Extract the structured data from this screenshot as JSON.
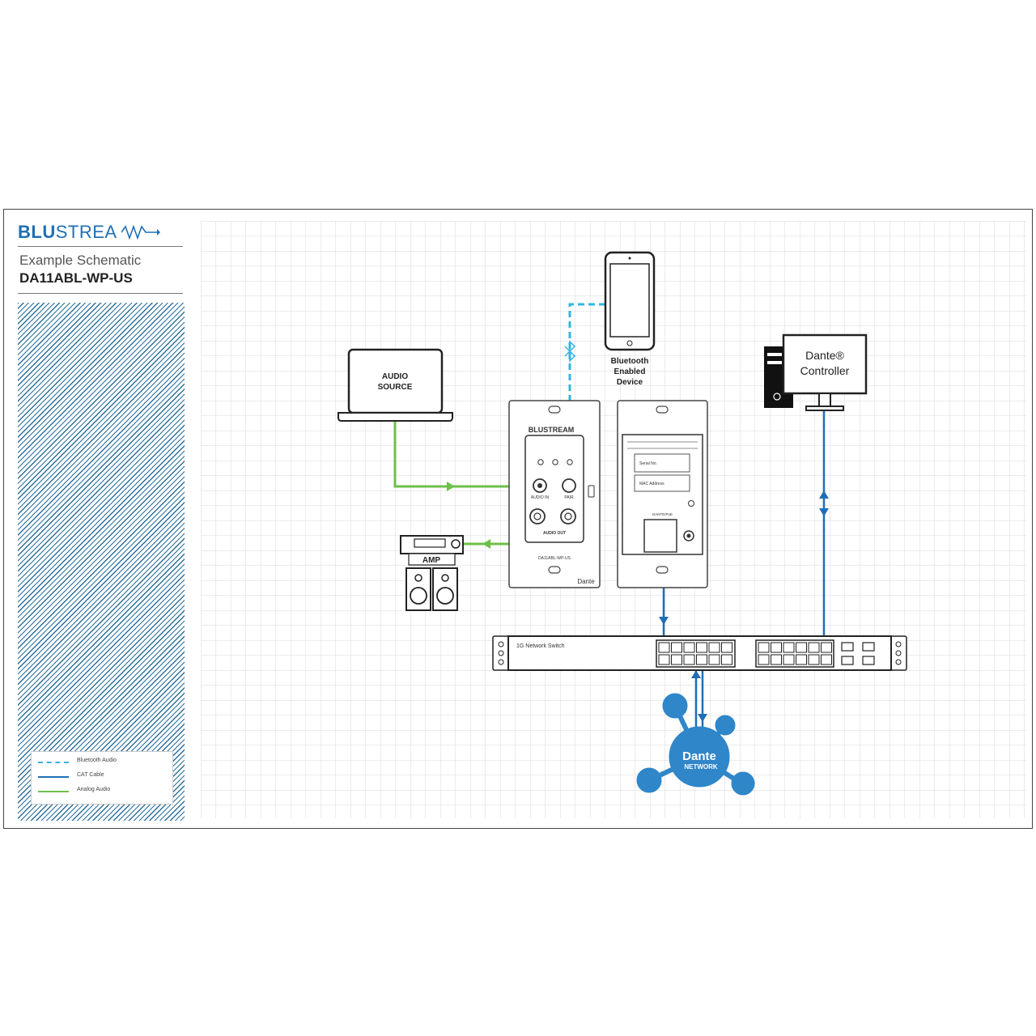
{
  "brand": {
    "logo_bold": "BLU",
    "logo_rest": "STREA",
    "subtitle": "Example Schematic",
    "model": "DA11ABL-WP-US"
  },
  "legend": [
    {
      "label": "Bluetooth Audio",
      "color": "#35b5e0",
      "style": "dashed"
    },
    {
      "label": "CAT Cable",
      "color": "#1f6fb5",
      "style": "solid"
    },
    {
      "label": "Analog Audio",
      "color": "#6cc04a",
      "style": "solid"
    }
  ],
  "colors": {
    "bluetooth": "#35b5e0",
    "cat": "#1f6fb5",
    "analog": "#6cc04a",
    "dante": "#2f86c9",
    "grid": "#d9d9d9"
  },
  "devices": {
    "audio_source": {
      "line1": "AUDIO",
      "line2": "SOURCE"
    },
    "phone": {
      "line1": "Bluetooth",
      "line2": "Enabled",
      "line3": "Device"
    },
    "controller": {
      "line1": "Dante®",
      "line2": "Controller"
    },
    "amp": {
      "label": "AMP"
    },
    "switch": {
      "label": "1G Network Switch"
    },
    "dante_network": {
      "line1": "Dante",
      "line2": "NETWORK"
    },
    "wallplate_front": {
      "brand": "BLUSTREAM",
      "audio_in": "AUDIO IN",
      "pair": "PAIR",
      "audio_out": "AUDIO OUT",
      "model": "DA11ABL-WP-US",
      "dante_mark": "Dante"
    },
    "wallplate_back": {
      "serial": "Serial No.",
      "mac": "MAC Address",
      "port": "DANTE/PoE"
    }
  }
}
